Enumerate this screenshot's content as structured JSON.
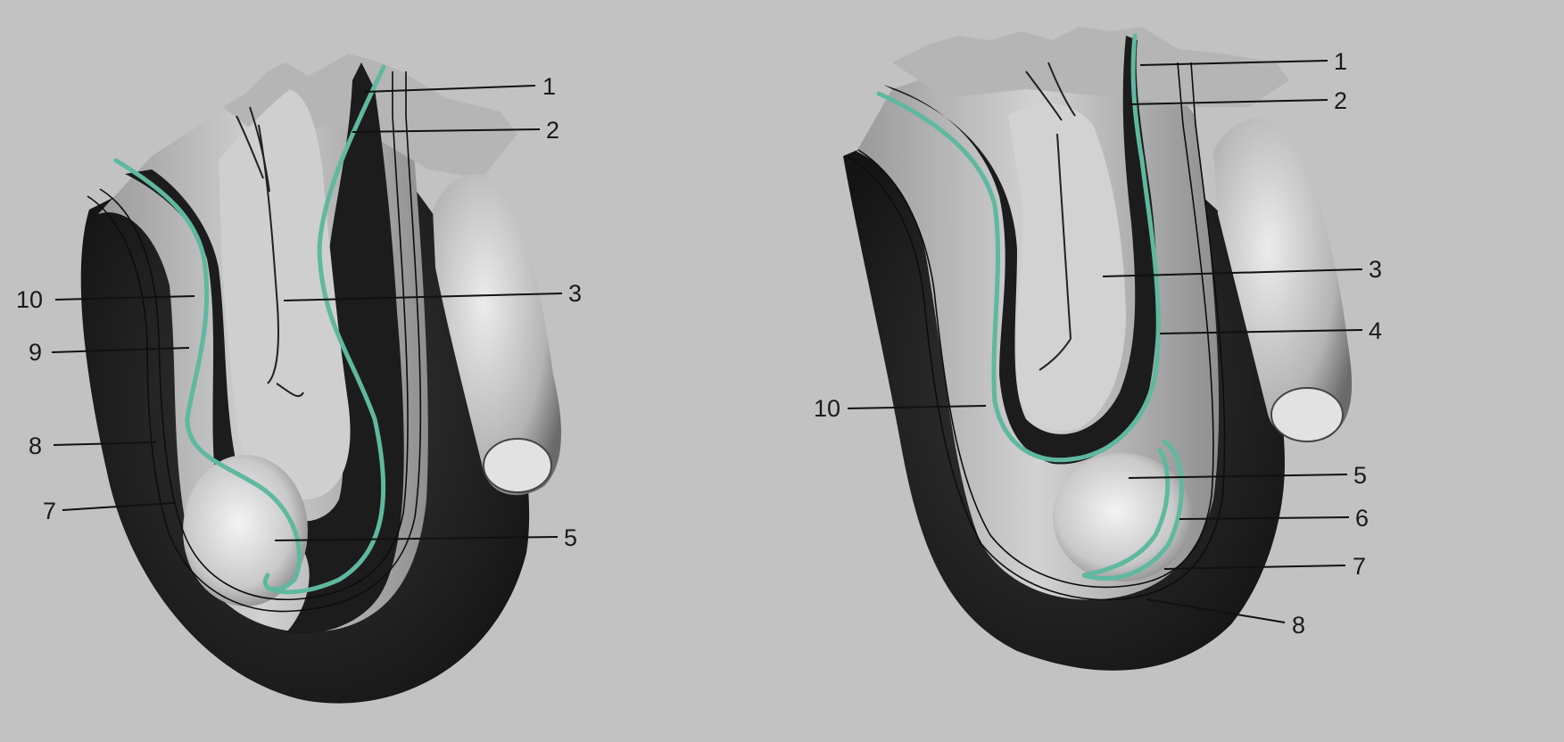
{
  "figure": {
    "panels": [
      {
        "id": "left",
        "labels": [
          {
            "text": "1"
          },
          {
            "text": "2"
          },
          {
            "text": "3"
          },
          {
            "text": "5"
          },
          {
            "text": "7"
          },
          {
            "text": "8"
          },
          {
            "text": "9"
          },
          {
            "text": "10"
          }
        ]
      },
      {
        "id": "right",
        "labels": [
          {
            "text": "1"
          },
          {
            "text": "2"
          },
          {
            "text": "3"
          },
          {
            "text": "4"
          },
          {
            "text": "5"
          },
          {
            "text": "6"
          },
          {
            "text": "7"
          },
          {
            "text": "8"
          },
          {
            "text": "10"
          }
        ]
      }
    ]
  },
  "colors": {
    "background": "#c2c2c2",
    "serous_membrane": "#5fb8a0",
    "dark_tissue": "#1c1c1c",
    "leader_line": "#111111"
  }
}
